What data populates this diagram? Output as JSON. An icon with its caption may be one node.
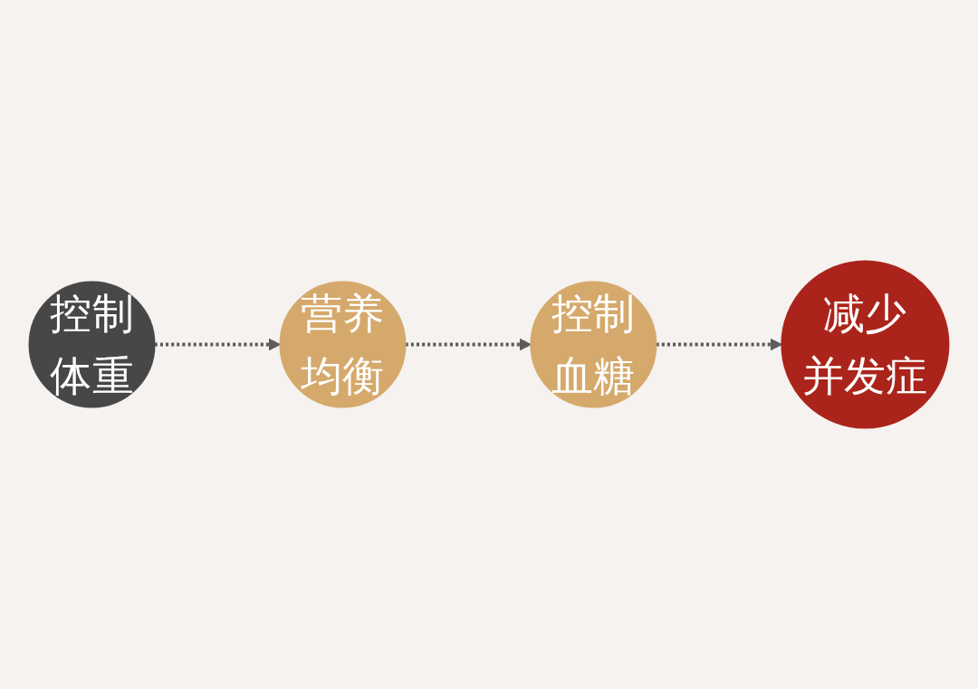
{
  "diagram": {
    "nodes": [
      {
        "text": [
          "控制体重"
        ]
      },
      {
        "text": [
          "营养均衡"
        ]
      },
      {
        "text": [
          "控制血糖"
        ]
      },
      {
        "text": [
          "减少并发症"
        ]
      }
    ],
    "edges": [
      {
        "from": 0,
        "to": 1,
        "arrow": "to",
        "style": "dashed"
      },
      {
        "from": 1,
        "to": 2,
        "arrow": "to",
        "style": "dashed"
      },
      {
        "from": 2,
        "to": 3,
        "arrow": "to",
        "style": "dashed"
      }
    ]
  }
}
